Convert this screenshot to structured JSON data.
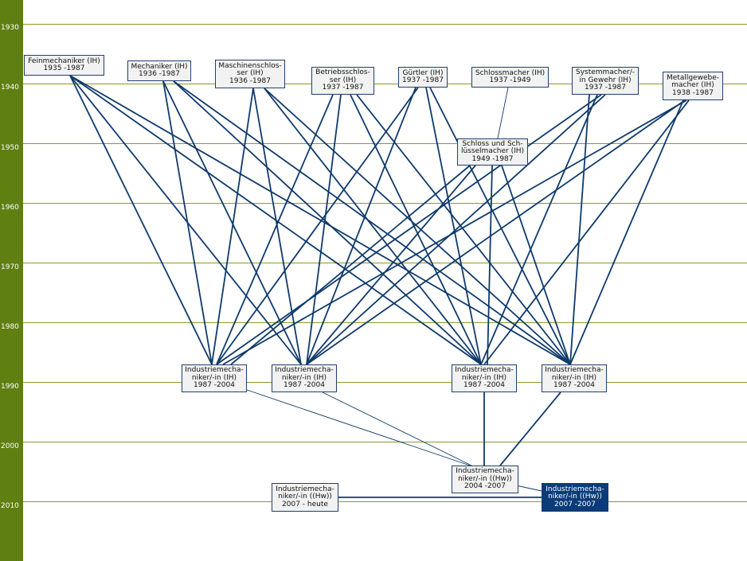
{
  "axis": {
    "years": [
      "1930",
      "1940",
      "1950",
      "1960",
      "1970",
      "1980",
      "1990",
      "2000",
      "2010"
    ]
  },
  "colors": {
    "sidebar": "#5f7f11",
    "edge": "#0f3a6b",
    "node_selected": "#0b3b78"
  },
  "nodes": {
    "feinmechaniker": {
      "name": "Feinmechaniker (IH)",
      "years": "1935 -1987"
    },
    "mechaniker": {
      "name": "Mechaniker (IH)",
      "years": "1936 -1987"
    },
    "maschinenschlosser": {
      "name": "Maschinenschlos-\nser (IH)",
      "years": "1936 -1987"
    },
    "betriebsschlosser": {
      "name": "Betriebsschlos-\nser (IH)",
      "years": "1937 -1987"
    },
    "guertler": {
      "name": "Gürtler (IH)",
      "years": "1937 -1987"
    },
    "schlossmacher": {
      "name": "Schlossmacher (IH)",
      "years": "1937 -1949"
    },
    "systemmacher": {
      "name": "Systemmacher/-\nin Gewehr (IH)",
      "years": "1937 -1987"
    },
    "metallgewebemacher": {
      "name": "Metallgewebe-\nmacher (IH)",
      "years": "1938 -1987"
    },
    "schloss_schluessel": {
      "name": "Schloss und Sch-\nlüsselmacher (IH)",
      "years": "1949 -1987"
    },
    "im_ih_1": {
      "name": "Industriemecha-\nniker/-in (IH)",
      "years": "1987 -2004"
    },
    "im_ih_2": {
      "name": "Industriemecha-\nniker/-in (IH)",
      "years": "1987 -2004"
    },
    "im_ih_3": {
      "name": "Industriemecha-\nniker/-in (IH)",
      "years": "1987 -2004"
    },
    "im_ih_4": {
      "name": "Industriemecha-\nniker/-in (IH)",
      "years": "1987 -2004"
    },
    "im_hw_2004": {
      "name": "Industriemecha-\nniker/-in ((Hw))",
      "years": "2004 -2007"
    },
    "im_hw_heute": {
      "name": "Industriemecha-\nniker/-in ((Hw))",
      "years": "2007 - heute"
    },
    "im_hw_2007": {
      "name": "Industriemecha-\nniker/-in ((Hw))",
      "years": "2007 -2007"
    }
  }
}
